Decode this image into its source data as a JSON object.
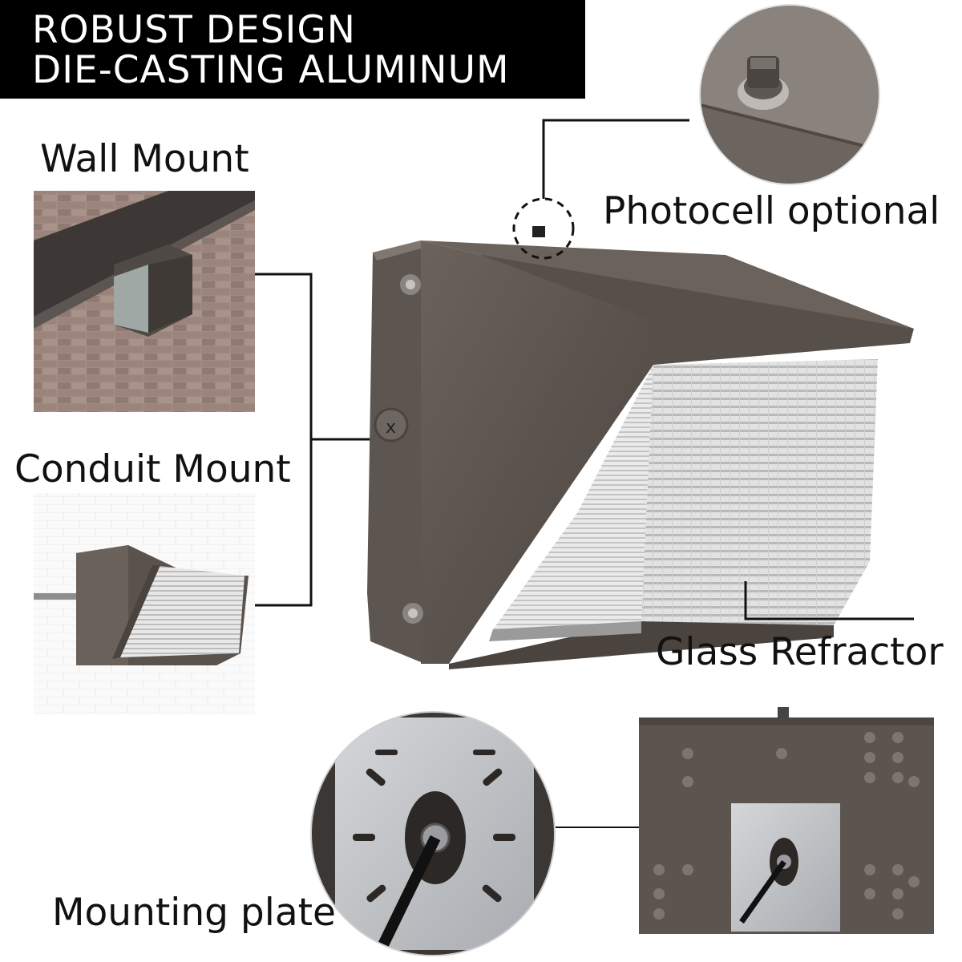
{
  "header": {
    "line1": "ROBUST DESIGN",
    "line2": "DIE-CASTING ALUMINUM"
  },
  "callouts": {
    "wall_mount": "Wall Mount",
    "conduit_mount": "Conduit Mount",
    "photocell": "Photocell optional",
    "glass_refractor": "Glass Refractor",
    "mounting_plate": "Mounting plate"
  },
  "colors": {
    "housing": "#5e5650",
    "housing_dark": "#4a433e",
    "brick": "#9b857c",
    "refractor": "#d8d8d8",
    "plate": "#b9bcc0"
  }
}
